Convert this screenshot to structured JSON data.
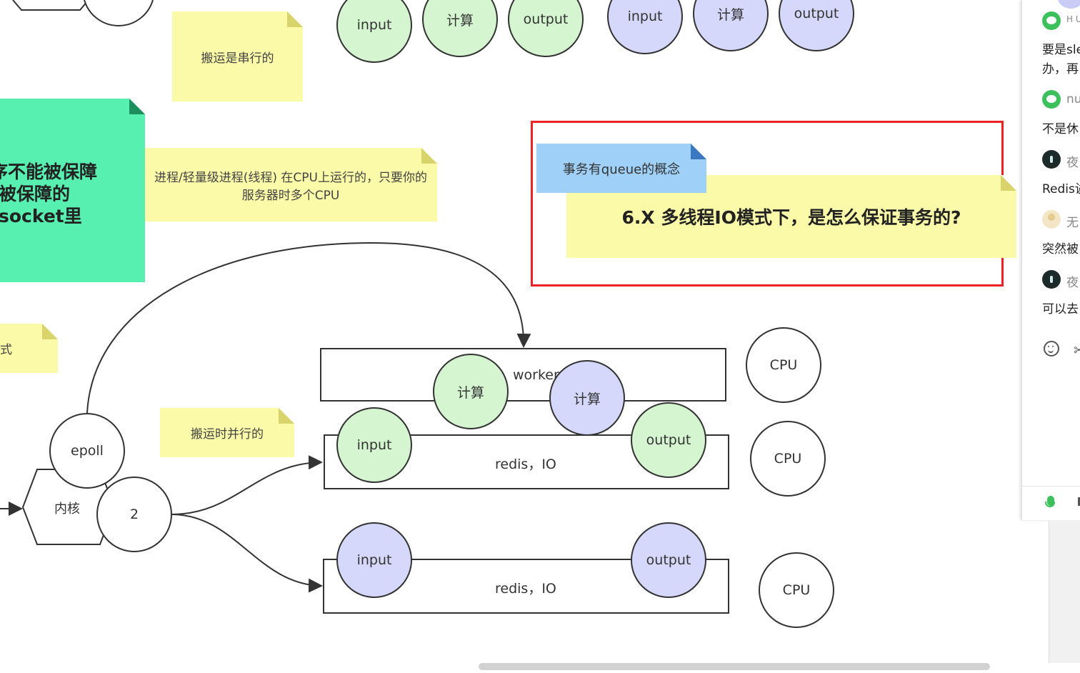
{
  "diagram": {
    "top_row_green": [
      "input",
      "计算",
      "output"
    ],
    "top_row_purple": [
      "input",
      "计算",
      "output"
    ],
    "notes": {
      "serial_transport": "搬运是串行的",
      "process_thread": "进程/轻量级进程(线程)  在CPU上运行的，只要你的服务器时多个CPU",
      "parallel_transport": "搬运时并行的",
      "left_fragment": "式",
      "queue_concept": "事务有queue的概念",
      "question": "6.X 多线程IO模式下，是怎么保证事务的?"
    },
    "green_note_lines": [
      "序不能被保障",
      "被保障的",
      "socket里"
    ],
    "epoll": "epoll",
    "kernel": "内核",
    "kernel_num": "2",
    "worker_label": "worker",
    "worker_green": "计算",
    "worker_purple": "计算",
    "row1": {
      "input": "input",
      "label": "redis，IO",
      "output": "output"
    },
    "row2": {
      "input": "input",
      "label": "redis，IO",
      "output": "output"
    },
    "cpus": [
      "CPU",
      "CPU",
      "CPU"
    ]
  },
  "chat": {
    "messages": [
      {
        "name": "H U",
        "text_lines": [
          "要是sle",
          "办，再"
        ]
      },
      {
        "name": "nu",
        "text_lines": [
          "不是休"
        ]
      },
      {
        "name": "夜",
        "text_lines": [
          "Redis诶"
        ]
      },
      {
        "name": "无",
        "text_lines": [
          "突然被"
        ]
      },
      {
        "name": "夜",
        "text_lines": [
          "可以去"
        ]
      }
    ],
    "emoji_icon": "smiley-icon",
    "scissors_icon": "scissors-icon",
    "mic_icon": "microphone-icon"
  },
  "colors": {
    "green_node": "#d5f5d0",
    "purple_node": "#d6d8fb",
    "yellow_note": "#fbfaa8",
    "green_note": "#58f0b0",
    "blue_note": "#9fd0f8",
    "highlight_box": "#ee2222"
  }
}
